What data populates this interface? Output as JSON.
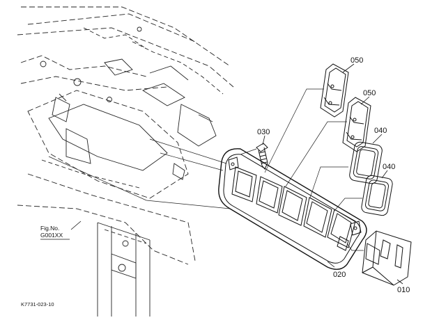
{
  "callouts": {
    "p050a": "050",
    "p050b": "050",
    "p030": "030",
    "p040a": "040",
    "p040b": "040",
    "p020": "020",
    "p010": "010"
  },
  "figure": {
    "label_line1": "Fig.No.",
    "label_line2": "G001XX"
  },
  "drawing_ref": "K7731-023-10"
}
